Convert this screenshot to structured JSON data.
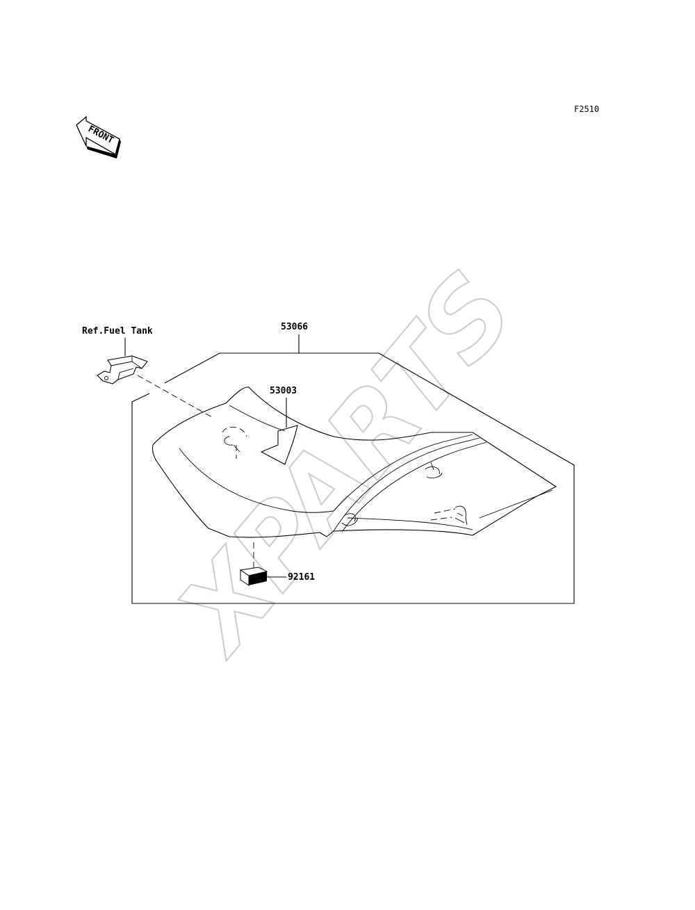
{
  "diagram": {
    "code": "F2510",
    "front_label": "FRONT",
    "watermark": "XPARTS",
    "callouts": {
      "ref_fuel_tank": "Ref.Fuel Tank",
      "seat_assy": "53066",
      "seat_cover": "53003",
      "damper": "92161"
    }
  }
}
